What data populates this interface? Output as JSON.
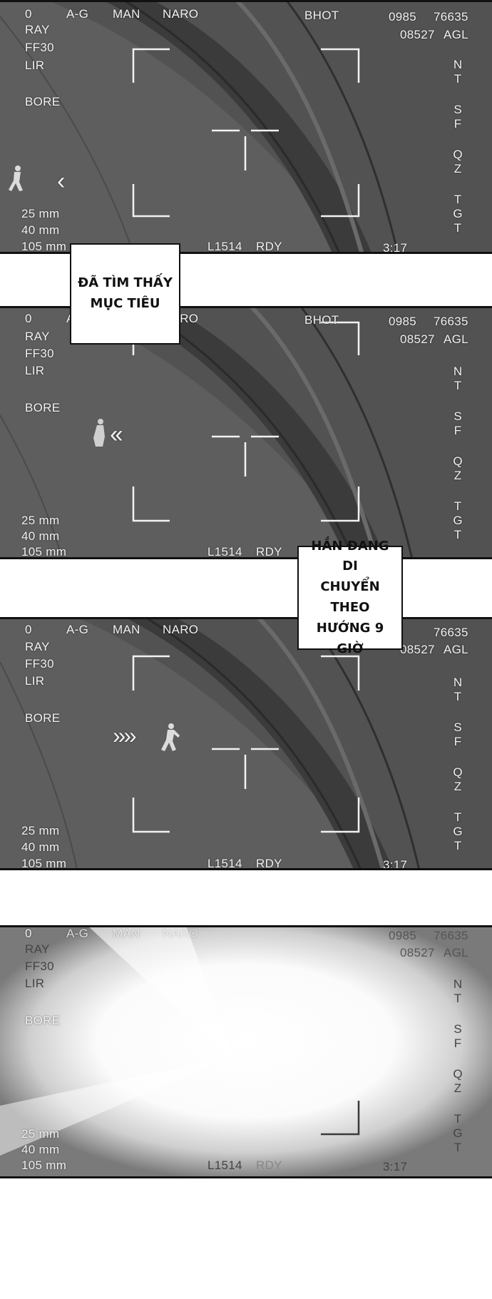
{
  "hud": {
    "mode": "0",
    "ag": "A-G",
    "man": "MAN",
    "naro": "NARO",
    "bhot": "BHOT",
    "coord_a": "0985",
    "coord_b": "76635",
    "agl_value": "08527",
    "agl_label": "AGL",
    "left_labels": [
      "RAY",
      "FF30",
      "LIR"
    ],
    "bore": "BORE",
    "calibers": [
      "25 mm",
      "40 mm",
      "105 mm"
    ],
    "status": "L1514",
    "rdy": "RDY",
    "time": "3:17",
    "right_letters": [
      "N",
      "T",
      "S",
      "F",
      "Q",
      "Z",
      "T",
      "G",
      "T"
    ]
  },
  "bubbles": {
    "found": [
      "ĐÃ TÌM THẤY",
      "MỤC TIÊU"
    ],
    "moving": [
      "HẮN ĐANG DI",
      "CHUYỂN THEO",
      "HƯỚNG 9 GIỜ"
    ]
  },
  "colors": {
    "hud_text": "#f2f2f2",
    "terrain": "#5a5a5a",
    "road": "#3d3d3d",
    "border": "#111111"
  },
  "markers": {
    "panel1": "‹",
    "panel2": "‹‹",
    "panel3": "››››"
  }
}
